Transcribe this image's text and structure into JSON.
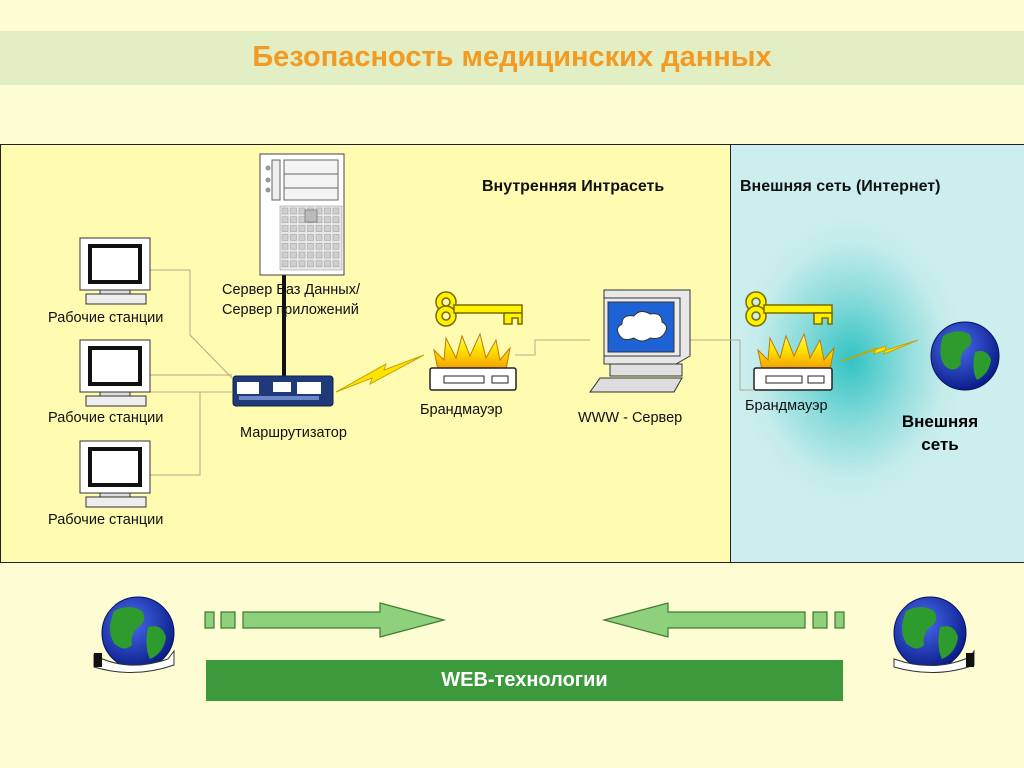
{
  "title": "Безопасность медицинских данных",
  "zones": {
    "intranet": "Внутренняя Интрасеть",
    "internet": "Внешняя сеть (Интернет)"
  },
  "labels": {
    "workstation_1": "Рабочие станции",
    "workstation_2": "Рабочие станции",
    "workstation_3": "Рабочие станции",
    "db_server_line1": "Сервер Баз Данных/",
    "db_server_line2": "Сервер приложений",
    "router": "Маршрутизатор",
    "firewall_inner": "Брандмауэр",
    "www_server": "WWW - Сервер",
    "firewall_outer": "Брандмауэр",
    "external_network": "Внешняя\nсеть"
  },
  "footer": {
    "web_tech": "WEB-технологии"
  },
  "colors": {
    "title": "#f39a23",
    "intranet_bg": "#fffbb0",
    "internet_bg": "#32c3c3",
    "web_bar": "#3c9a3c",
    "arrow_fill": "#8fd07c"
  },
  "icons": [
    "workstation-icon",
    "server-tower-icon",
    "router-icon",
    "firewall-icon",
    "key-icon",
    "lightning-icon",
    "www-server-icon",
    "globe-icon",
    "globe-in-hands-icon",
    "arrow-right-icon",
    "arrow-left-icon"
  ]
}
